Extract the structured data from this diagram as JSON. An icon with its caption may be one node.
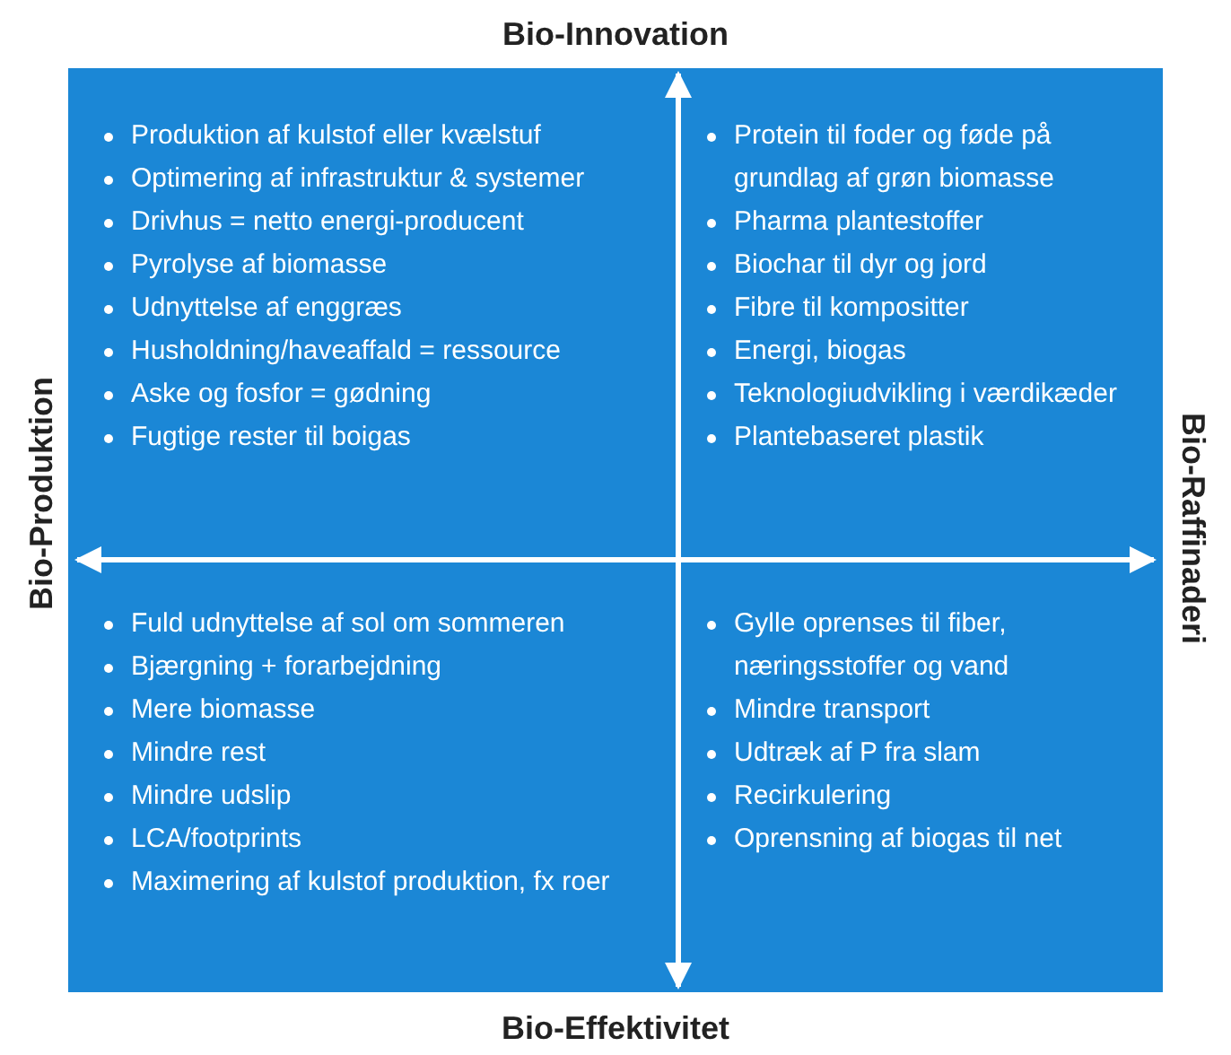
{
  "diagram": {
    "nodes": [
      {
        "text": [],
        "shape": "box"
      },
      {
        "text": [
          "Produktion af kulstof eller kvælstuf",
          "Optimering af infrastruktur & systemer",
          "Drivhus = netto energi-producent",
          "Pyrolyse af biomasse",
          "Udnyttelse af enggræs",
          "Husholdning/haveaffald = ressource",
          "Aske og fosfor = gødning",
          "Fugtige rester til boigas"
        ],
        "in": 0
      },
      {
        "text": [
          "Protein til foder og føde på grundlag af grøn biomasse",
          "Pharma plantestoffer",
          "Biochar til dyr og jord",
          "Fibre til kompositter",
          "Energi, biogas",
          "Teknologiudvikling i værdikæder",
          "Plantebaseret plastik"
        ],
        "in": 0
      },
      {
        "text": [
          "Fuld udnyttelse af sol om sommeren",
          "Bjærgning + forarbejdning",
          "Mere biomasse",
          "Mindre rest",
          "Mindre udslip",
          "LCA/footprints",
          "Maximering af kulstof produktion, fx roer"
        ],
        "in": 0
      },
      {
        "text": [
          "Gylle oprenses til fiber, næringsstoffer og vand",
          "Mindre transport",
          "Udtræk af P fra slam",
          "Recirkulering",
          "Oprensning af biogas til net"
        ],
        "in": 0
      }
    ],
    "labels": [
      "Bio-Innovation",
      "Bio-Produktion",
      "Bio-Raffinaderi",
      "Bio-Effektivitet"
    ]
  }
}
